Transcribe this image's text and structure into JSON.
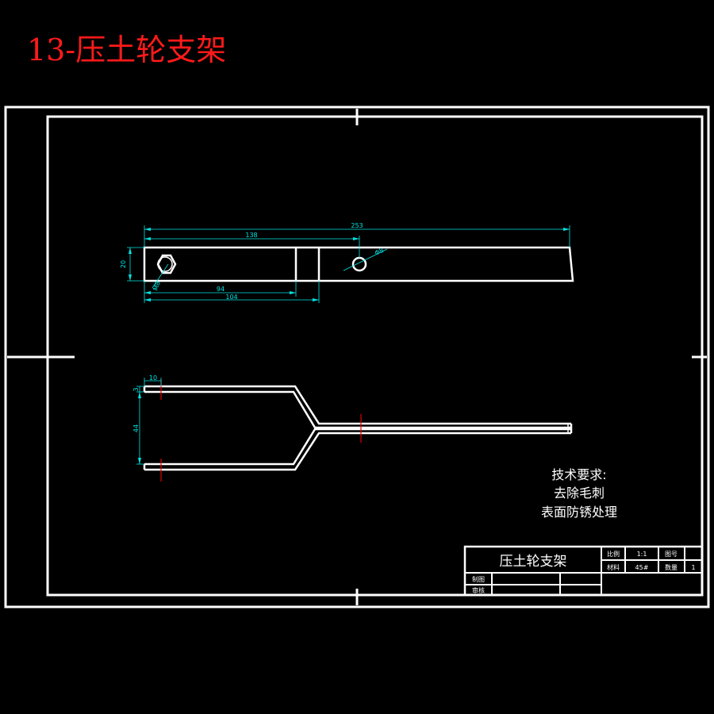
{
  "title": "13-压土轮支架",
  "technical_requirements": {
    "heading": "技术要求:",
    "items": [
      "去除毛刺",
      "表面防锈处理"
    ]
  },
  "dimensions": {
    "overall_length": "253",
    "hole_distance": "138",
    "width": "20",
    "slot_start": "94",
    "slot_end": "104",
    "hole_diameter": "Φ8",
    "hex_label": "M8",
    "fork_thickness": "10",
    "fork_gap": "44",
    "fork_small": "3"
  },
  "title_block": {
    "part_name": "压土轮支架",
    "scale_label": "比例",
    "scale_value": "1:1",
    "drawing_no_label": "图号",
    "material_label": "材料",
    "material_value": "45#",
    "quantity_label": "数量",
    "quantity_value": "1",
    "drawn_label": "制图",
    "checked_label": "审核"
  },
  "colors": {
    "background": "#000000",
    "lines": "#ffffff",
    "dimension": "#00e5e5",
    "centerline": "#e00000",
    "title": "#ff1a1a"
  }
}
